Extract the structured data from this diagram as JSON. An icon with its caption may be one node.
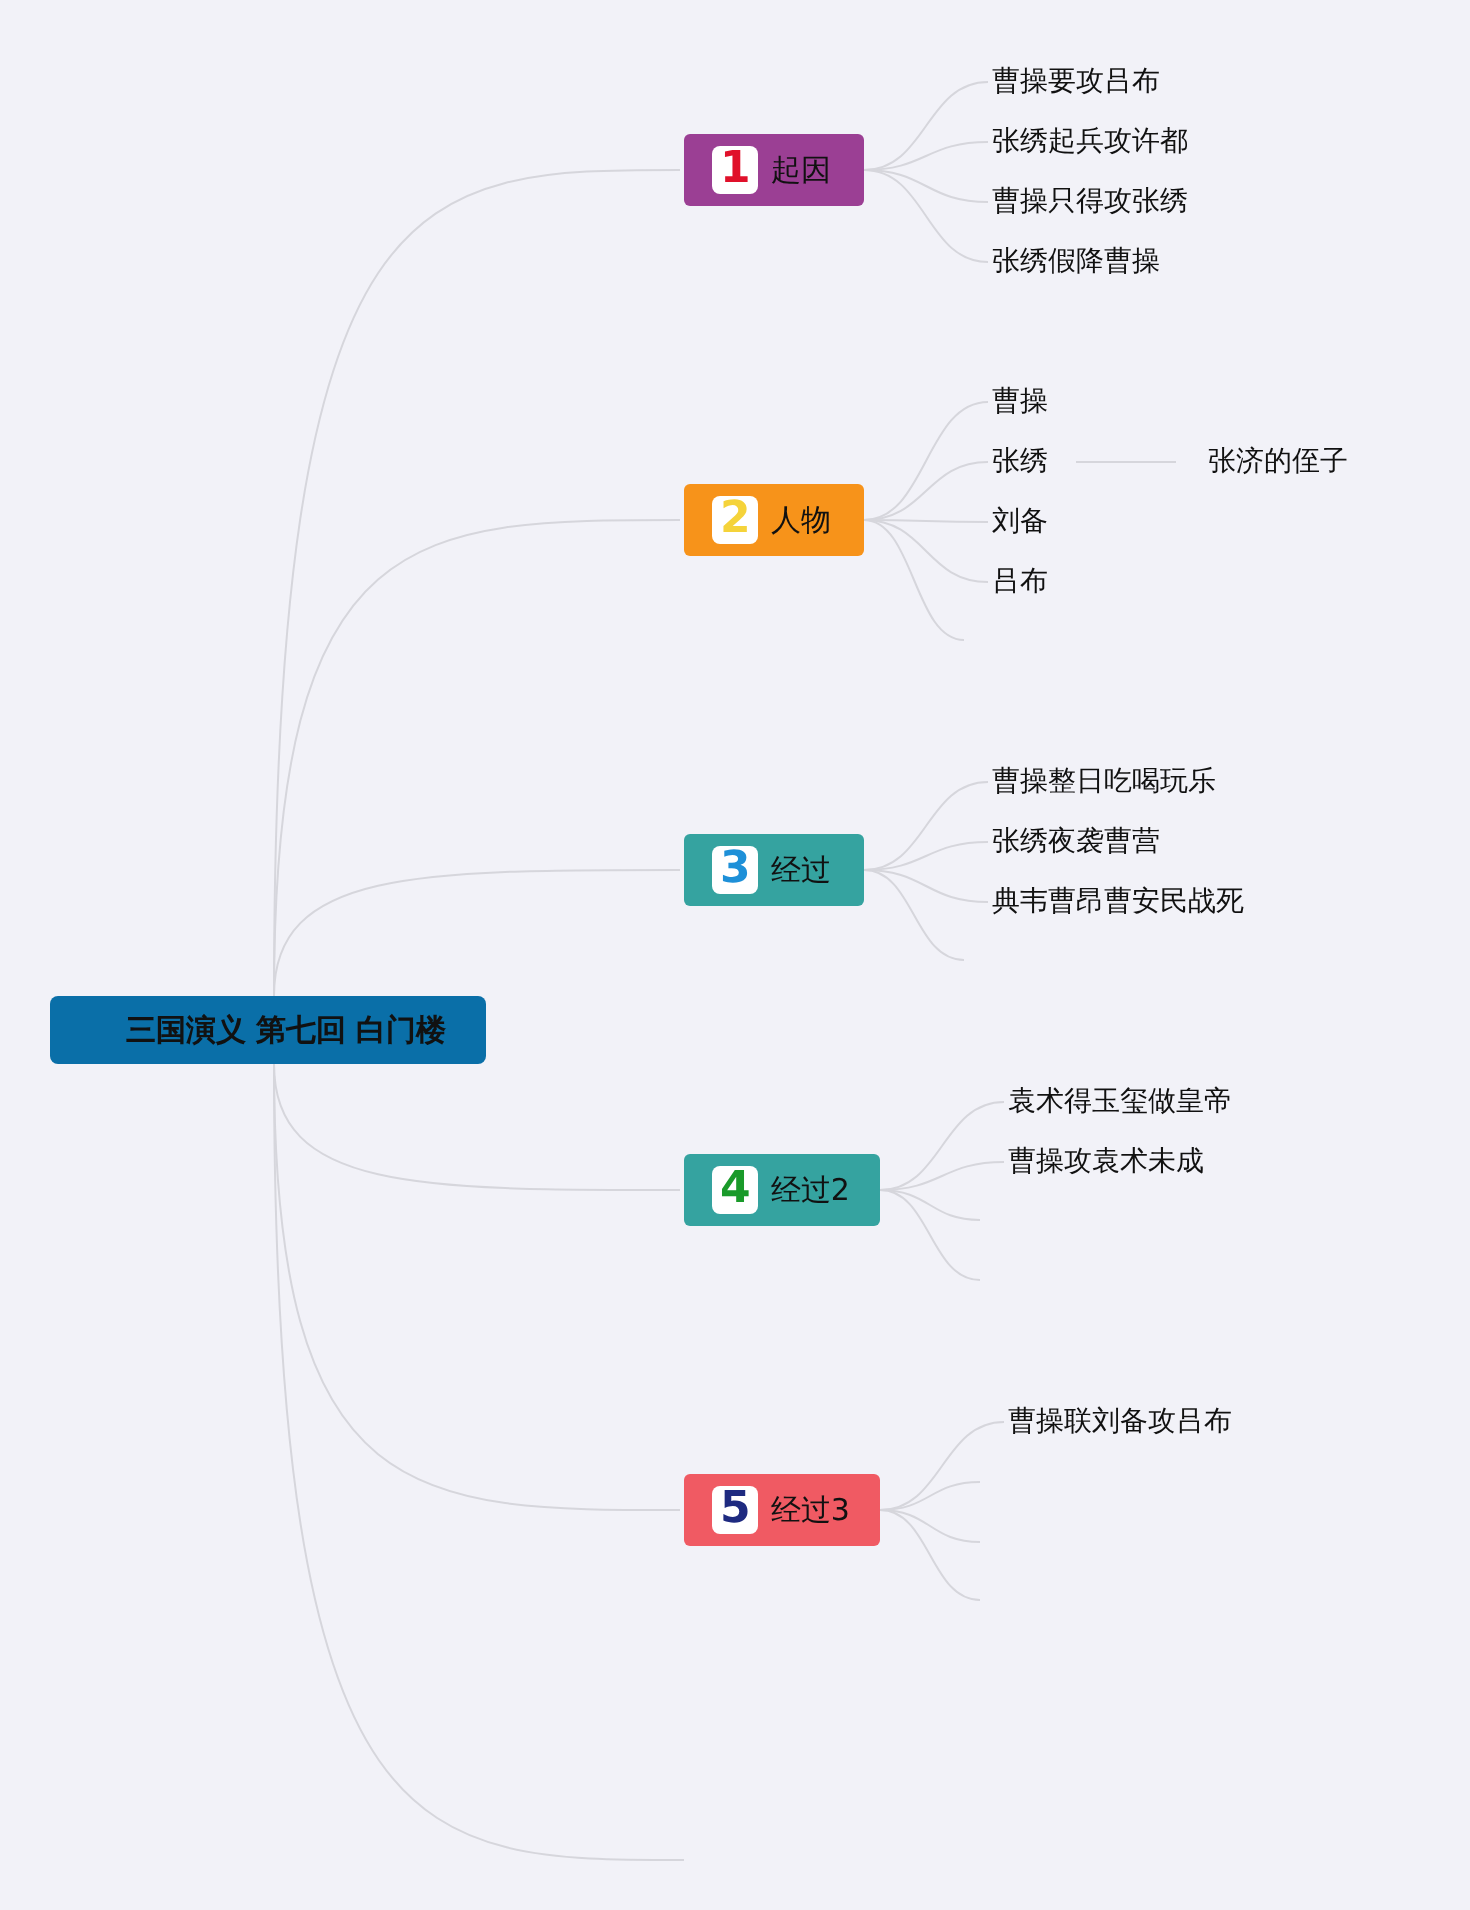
{
  "diagram": {
    "nodes": [
      {
        "text": [
          "三国演义 第七回 白门楼"
        ]
      },
      {
        "text": [
          "1",
          "起因"
        ]
      },
      {
        "text": [
          "曹操要攻吕布"
        ]
      },
      {
        "text": [
          "张绣起兵攻许都"
        ]
      },
      {
        "text": [
          "曹操只得攻张绣"
        ]
      },
      {
        "text": [
          "张绣假降曹操"
        ]
      },
      {
        "text": [
          "2",
          "人物"
        ]
      },
      {
        "text": [
          "曹操"
        ]
      },
      {
        "text": [
          "张绣"
        ]
      },
      {
        "text": [
          "张济的侄子"
        ]
      },
      {
        "text": [
          "刘备"
        ]
      },
      {
        "text": [
          "吕布"
        ]
      },
      {
        "text": [
          "3",
          "经过"
        ]
      },
      {
        "text": [
          "曹操整日吃喝玩乐"
        ]
      },
      {
        "text": [
          "张绣夜袭曹营"
        ]
      },
      {
        "text": [
          "典韦曹昂曹安民战死"
        ]
      },
      {
        "text": [
          "4",
          "经过2"
        ]
      },
      {
        "text": [
          "袁术得玉玺做皇帝"
        ]
      },
      {
        "text": [
          "曹操攻袁术未成"
        ]
      },
      {
        "text": [
          "5",
          "经过3"
        ]
      },
      {
        "text": [
          "曹操联刘备攻吕布"
        ]
      }
    ],
    "edges": [
      {
        "from": 0,
        "to": 1,
        "arrow": "none"
      },
      {
        "from": 0,
        "to": 6,
        "arrow": "none"
      },
      {
        "from": 0,
        "to": 12,
        "arrow": "none"
      },
      {
        "from": 0,
        "to": 16,
        "arrow": "none"
      },
      {
        "from": 0,
        "to": 19,
        "arrow": "none"
      },
      {
        "from": 0,
        "to": null,
        "arrow": "none"
      },
      {
        "from": 1,
        "to": 2,
        "arrow": "none"
      },
      {
        "from": 1,
        "to": 3,
        "arrow": "none"
      },
      {
        "from": 1,
        "to": 4,
        "arrow": "none"
      },
      {
        "from": 1,
        "to": 5,
        "arrow": "none"
      },
      {
        "from": 6,
        "to": 7,
        "arrow": "none"
      },
      {
        "from": 6,
        "to": 8,
        "arrow": "none"
      },
      {
        "from": 8,
        "to": 9,
        "arrow": "none"
      },
      {
        "from": 6,
        "to": 10,
        "arrow": "none"
      },
      {
        "from": 6,
        "to": 11,
        "arrow": "none"
      },
      {
        "from": 6,
        "to": null,
        "arrow": "none"
      },
      {
        "from": 12,
        "to": 13,
        "arrow": "none"
      },
      {
        "from": 12,
        "to": 14,
        "arrow": "none"
      },
      {
        "from": 12,
        "to": 15,
        "arrow": "none"
      },
      {
        "from": 12,
        "to": null,
        "arrow": "none"
      },
      {
        "from": 16,
        "to": 17,
        "arrow": "none"
      },
      {
        "from": 16,
        "to": 18,
        "arrow": "none"
      },
      {
        "from": 16,
        "to": null,
        "arrow": "none"
      },
      {
        "from": 16,
        "to": null,
        "arrow": "none"
      },
      {
        "from": 19,
        "to": 20,
        "arrow": "none"
      },
      {
        "from": 19,
        "to": null,
        "arrow": "none"
      },
      {
        "from": 19,
        "to": null,
        "arrow": "none"
      },
      {
        "from": 19,
        "to": null,
        "arrow": "none"
      }
    ]
  }
}
